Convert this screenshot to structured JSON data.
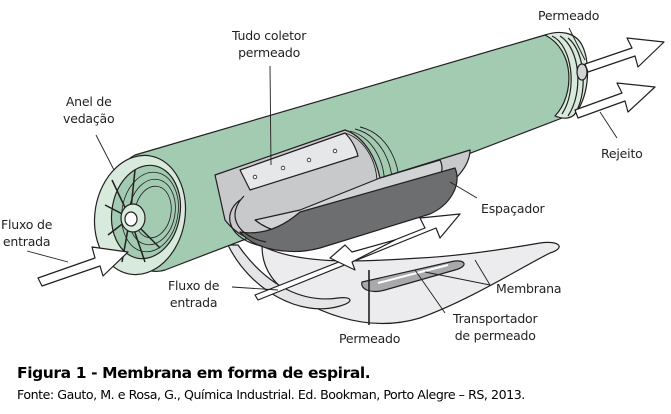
{
  "figure": {
    "labels": {
      "tube": [
        "Tudo coletor",
        "permeado"
      ],
      "ring": [
        "Anel de",
        "vedação"
      ],
      "feed_left": [
        "Fluxo de",
        "entrada"
      ],
      "permeate_top": "Permeado",
      "reject": "Rejeito",
      "spacer": "Espaçador",
      "feed_bottom": [
        "Fluxo de",
        "entrada"
      ],
      "membrane": "Membrana",
      "carrier": [
        "Transportador",
        "de permeado"
      ],
      "permeate_bottom": "Permeado"
    },
    "colors": {
      "housing_green": "#a3cbb2",
      "endcap_green": "#d8eadc",
      "cutaway_gray": "#c8c9cb",
      "spacer_dark": "#6d6e70",
      "outline": "#231f20"
    }
  },
  "caption": {
    "title": "Figura  1 - Membrana em forma de espiral.",
    "source": "Fonte: Gauto, M. e Rosa, G., Química Industrial.  Ed. Bookman,  Porto Alegre – RS, 2013."
  }
}
